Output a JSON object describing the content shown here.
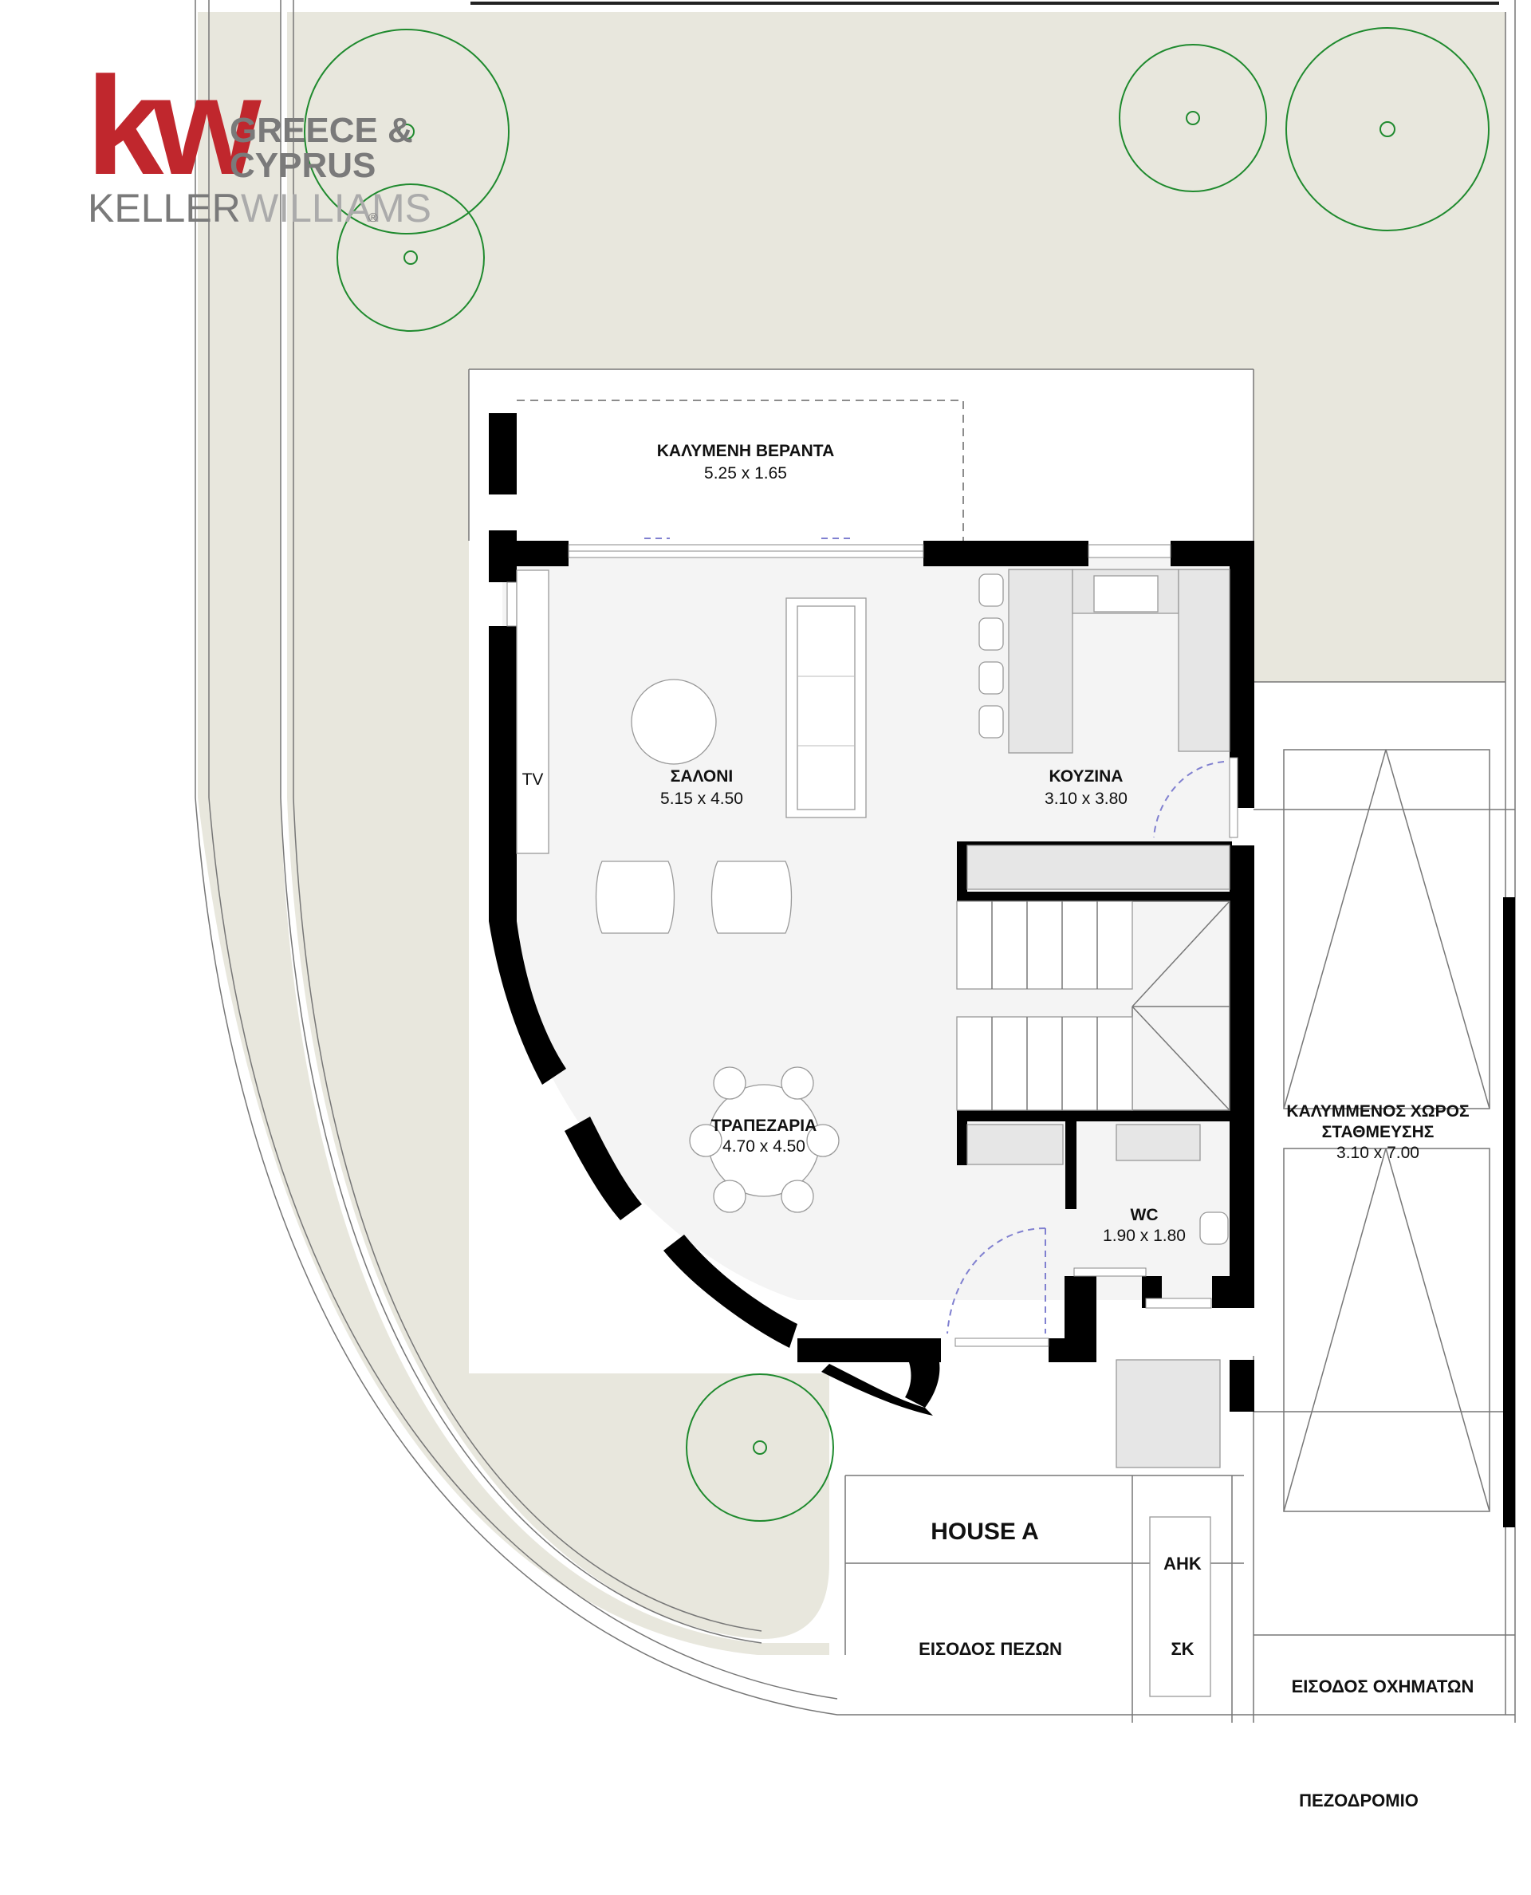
{
  "logo": {
    "monogram": "kw",
    "region_line1": "GREECE &",
    "region_line2": "CYPRUS",
    "brand_left": "KELLER",
    "brand_right": "WILLIAMS",
    "registered": "®",
    "brand_red": "#c0272d",
    "brand_gray": "#7a7a7a"
  },
  "colors": {
    "garden": "#e8e7dd",
    "interior": "#f4f4f4",
    "wall": "#000000",
    "tree": "#1f8a2e",
    "door_swing": "#8080d0"
  },
  "rooms": {
    "veranda": {
      "name": "ΚΑΛΥΜΕΝΗ ΒΕΡΑΝΤΑ",
      "dims": "5.25 x 1.65"
    },
    "living": {
      "name": "ΣΑΛΟΝΙ",
      "dims": "5.15 x 4.50"
    },
    "kitchen": {
      "name": "ΚΟΥΖΙΝΑ",
      "dims": "3.10 x 3.80"
    },
    "dining": {
      "name": "ΤΡΑΠΕΖΑΡΙΑ",
      "dims": "4.70 x 4.50"
    },
    "wc": {
      "name": "WC",
      "dims": "1.90 x 1.80"
    },
    "parking": {
      "name_line1": "ΚΑΛΥΜΜΕΝΟΣ ΧΩΡΟΣ",
      "name_line2": "ΣΤΑΘΜΕΥΣΗΣ",
      "dims": "3.10 x 7.00"
    }
  },
  "labels": {
    "tv": "TV",
    "house": "HOUSE A",
    "pedestrian_entrance": "ΕΙΣΟΔΟΣ ΠΕΖΩΝ",
    "vehicle_entrance": "ΕΙΣΟΔΟΣ ΟΧΗΜΑΤΩΝ",
    "meter_ahk": "ΑΗΚ",
    "meter_sk": "ΣΚ",
    "sidewalk": "ΠΕΖΟΔΡΟΜΙΟ"
  }
}
